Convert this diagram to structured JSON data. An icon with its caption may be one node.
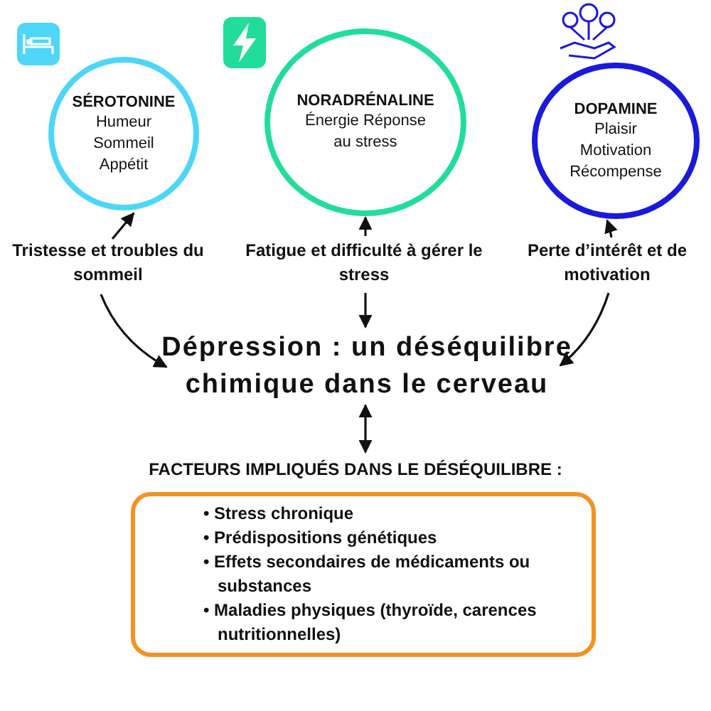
{
  "diagram": {
    "nodes": [
      {
        "text": [
          "SÉROTONINE",
          "Humeur Sommeil Appétit"
        ]
      },
      {
        "text": [
          "NORADRÉNALINE",
          "Énergie Réponse au stress"
        ]
      },
      {
        "text": [
          "DOPAMINE",
          "Plaisir Motivation Récompense"
        ]
      },
      {
        "text": [
          "Tristesse et troubles du sommeil"
        ]
      },
      {
        "text": [
          "Fatigue et difficulté à gérer le stress"
        ]
      },
      {
        "text": [
          "Perte d’intérêt et de motivation"
        ]
      },
      {
        "text": [
          "Dépression : un déséquilibre chimique dans le cerveau"
        ]
      },
      {
        "text": [
          "FACTEURS IMPLIQUÉS DANS LE DÉSÉQUILIBRE :"
        ]
      },
      {
        "text": [
          "• Stress chronique",
          "• Prédispositions génétiques",
          "• Effets secondaires de médicaments ou substances",
          "• Maladies physiques (thyroïde, carences nutritionnelles)"
        ]
      }
    ],
    "edges": [
      {
        "from": 3,
        "to": 0,
        "arrow": "to"
      },
      {
        "from": 4,
        "to": 1,
        "arrow": "to"
      },
      {
        "from": 5,
        "to": 2,
        "arrow": "to"
      },
      {
        "from": 3,
        "to": 6,
        "arrow": "to"
      },
      {
        "from": 4,
        "to": 6,
        "arrow": "to"
      },
      {
        "from": 5,
        "to": 6,
        "arrow": "to"
      },
      {
        "from": 6,
        "to": 7,
        "arrow": "both"
      }
    ]
  }
}
